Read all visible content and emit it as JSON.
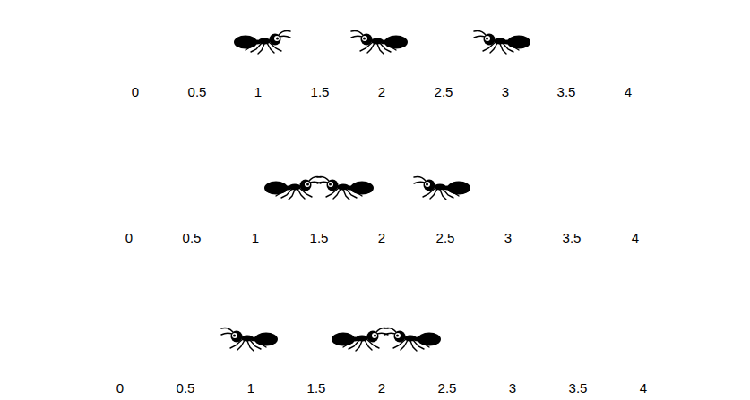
{
  "diagram": {
    "labels": [
      "0",
      "0.5",
      "1",
      "1.5",
      "2",
      "2.5",
      "3",
      "3.5",
      "4",
      "0",
      "0.5",
      "1",
      "1.5",
      "2",
      "2.5",
      "3",
      "3.5",
      "4",
      "0",
      "0.5",
      "1",
      "1.5",
      "2",
      "2.5",
      "3",
      "3.5",
      "4"
    ]
  }
}
